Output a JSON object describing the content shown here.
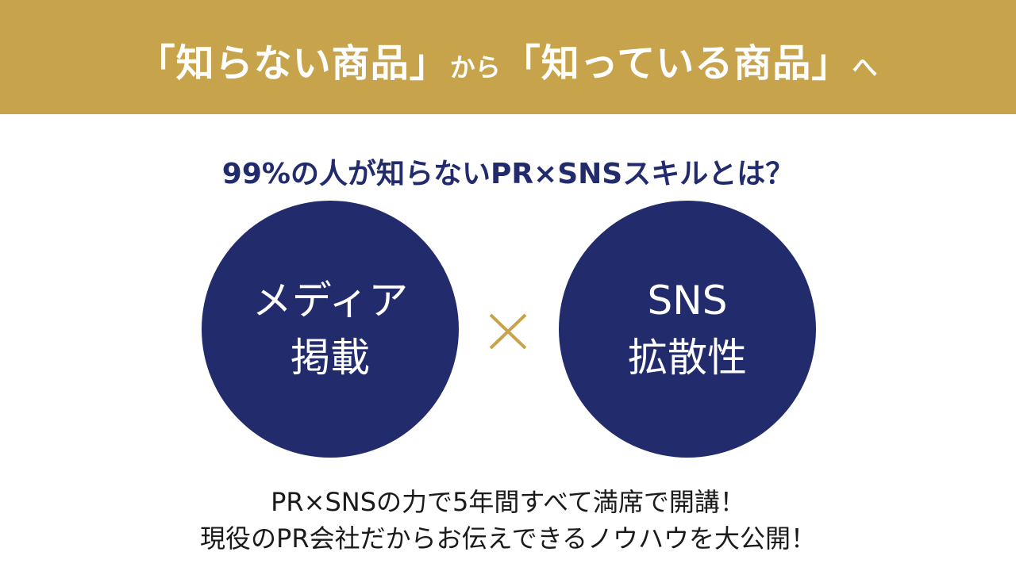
{
  "banner": {
    "part1": "「知らない商品」",
    "part2": "から",
    "part3": "「知っている商品」",
    "part4": "へ"
  },
  "subheading": "99%の人が知らないPR×SNSスキルとは？",
  "left_circle": {
    "line1": "メディア",
    "line2": "掲載"
  },
  "right_circle": {
    "line1": "SNS",
    "line2": "拡散性"
  },
  "footer": {
    "line1": "PR×SNSの力で5年間すべて満席で開講！",
    "line2": "現役のPR会社だからお伝えできるノウハウを大公開！"
  },
  "colors": {
    "banner_bg": "#c7a44c",
    "navy": "#222c6d",
    "gold_cross": "#c7a44c",
    "text_dark": "#1a1a1a"
  },
  "icons": {
    "cross": "times-icon"
  }
}
